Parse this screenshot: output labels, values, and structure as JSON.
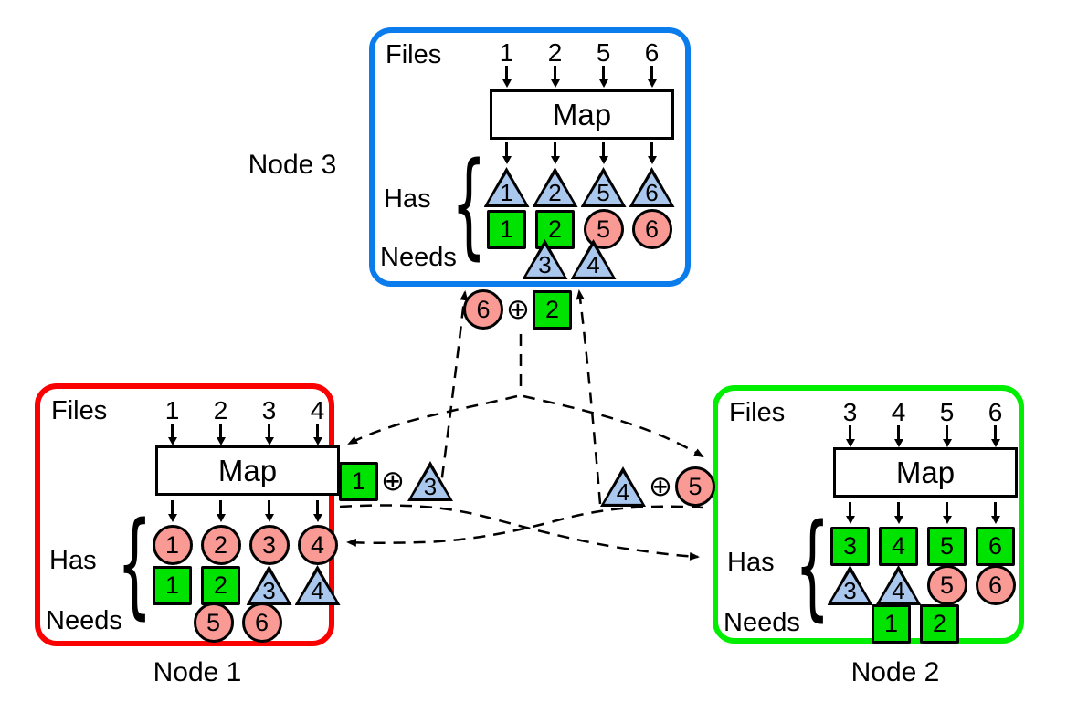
{
  "figure": {
    "symbols": {
      "xor": "⊕",
      "brace": "{"
    },
    "colors": {
      "node1_border": "#fb0000",
      "node2_border": "#00ee00",
      "node3_border": "#0b7cec",
      "square_fill": "#00e300",
      "circle_fill": "#f99a95",
      "triangle_fill": "#aac8ee",
      "outline": "#000000"
    },
    "nodes": [
      {
        "label": "Node 1",
        "files_label": "Files",
        "map_label": "Map",
        "has_label": "Has",
        "needs_label": "Needs",
        "files": [
          "1",
          "2",
          "3",
          "4"
        ],
        "has_row1": [
          {
            "shape": "circle",
            "num": "1"
          },
          {
            "shape": "circle",
            "num": "2"
          },
          {
            "shape": "circle",
            "num": "3"
          },
          {
            "shape": "circle",
            "num": "4"
          }
        ],
        "has_row2": [
          {
            "shape": "square",
            "num": "1"
          },
          {
            "shape": "square",
            "num": "2"
          },
          {
            "shape": "triangle",
            "num": "3"
          },
          {
            "shape": "triangle",
            "num": "4"
          }
        ],
        "needs": [
          {
            "shape": "circle",
            "num": "5"
          },
          {
            "shape": "circle",
            "num": "6"
          }
        ]
      },
      {
        "label": "Node 2",
        "files_label": "Files",
        "map_label": "Map",
        "has_label": "Has",
        "needs_label": "Needs",
        "files": [
          "3",
          "4",
          "5",
          "6"
        ],
        "has_row1": [
          {
            "shape": "square",
            "num": "3"
          },
          {
            "shape": "square",
            "num": "4"
          },
          {
            "shape": "square",
            "num": "5"
          },
          {
            "shape": "square",
            "num": "6"
          }
        ],
        "has_row2": [
          {
            "shape": "triangle",
            "num": "3"
          },
          {
            "shape": "triangle",
            "num": "4"
          },
          {
            "shape": "circle",
            "num": "5"
          },
          {
            "shape": "circle",
            "num": "6"
          }
        ],
        "needs": [
          {
            "shape": "square",
            "num": "1"
          },
          {
            "shape": "square",
            "num": "2"
          }
        ]
      },
      {
        "label": "Node 3",
        "files_label": "Files",
        "map_label": "Map",
        "has_label": "Has",
        "needs_label": "Needs",
        "files": [
          "1",
          "2",
          "5",
          "6"
        ],
        "has_row1": [
          {
            "shape": "triangle",
            "num": "1"
          },
          {
            "shape": "triangle",
            "num": "2"
          },
          {
            "shape": "triangle",
            "num": "5"
          },
          {
            "shape": "triangle",
            "num": "6"
          }
        ],
        "has_row2": [
          {
            "shape": "square",
            "num": "1"
          },
          {
            "shape": "square",
            "num": "2"
          },
          {
            "shape": "circle",
            "num": "5"
          },
          {
            "shape": "circle",
            "num": "6"
          }
        ],
        "needs": [
          {
            "shape": "triangle",
            "num": "3"
          },
          {
            "shape": "triangle",
            "num": "4"
          }
        ]
      }
    ],
    "packets": [
      {
        "name": "packet-from-node3",
        "items": [
          {
            "shape": "circle",
            "num": "6"
          },
          {
            "shape": "square",
            "num": "2"
          }
        ]
      },
      {
        "name": "packet-from-node1",
        "items": [
          {
            "shape": "square",
            "num": "1"
          },
          {
            "shape": "triangle",
            "num": "3"
          }
        ]
      },
      {
        "name": "packet-from-node2",
        "items": [
          {
            "shape": "triangle",
            "num": "4"
          },
          {
            "shape": "circle",
            "num": "5"
          }
        ]
      }
    ]
  }
}
